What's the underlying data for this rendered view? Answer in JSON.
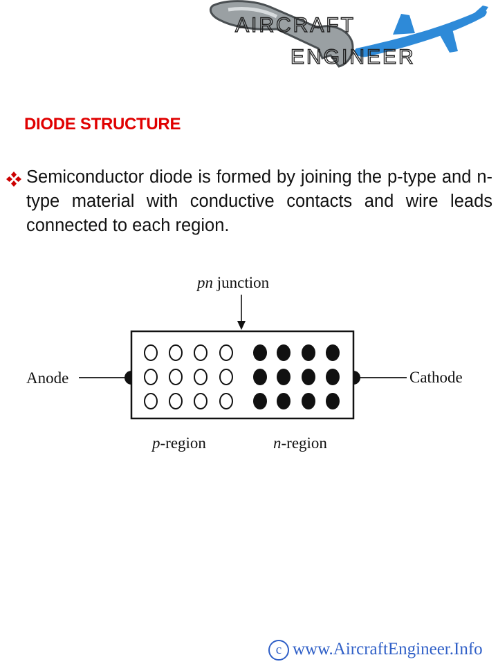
{
  "logo": {
    "line1": "AIRCRAFT",
    "line2": "ENGINEER"
  },
  "slide": {
    "title": "DIODE STRUCTURE",
    "bullet_icon": "diamond-bullet-icon",
    "bullet_text": "Semiconductor diode is formed by joining the p-type and n-type material with conductive contacts and wire leads connected to each region."
  },
  "diagram": {
    "junction_label_italic": "pn",
    "junction_label_rest": " junction",
    "anode_label": "Anode",
    "cathode_label": "Cathode",
    "p_region_italic": "p",
    "p_region_rest": "-region",
    "n_region_italic": "n",
    "n_region_rest": "-region"
  },
  "footer": {
    "copyright_symbol": "c",
    "url": "www.AircraftEngineer.Info"
  },
  "colors": {
    "title": "#e00000",
    "bullet": "#cc0000",
    "logo_blue": "#2e8ad8",
    "footer": "#2f5fc7"
  }
}
